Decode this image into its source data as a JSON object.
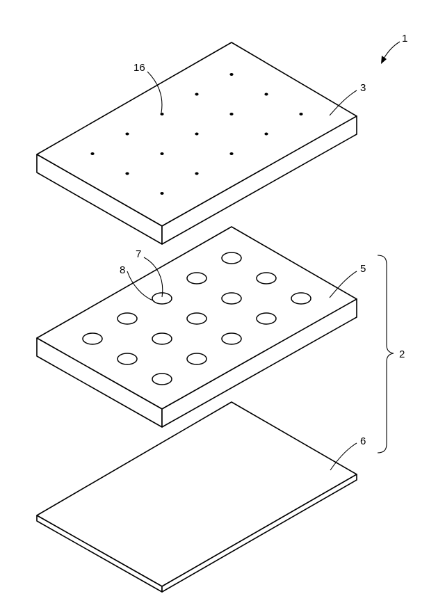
{
  "figure": {
    "reference_numerals": {
      "assembly": "1",
      "layer_group": "2",
      "top_plate": "3",
      "middle_plate": "5",
      "bottom_sheet": "6",
      "hole": "7",
      "hole_edge": "8",
      "pinhole": "16"
    },
    "top_plate": {
      "pinhole_count": 15
    },
    "middle_plate": {
      "hole_count": 15
    },
    "colors": {
      "line": "#000000",
      "background": "#ffffff"
    }
  }
}
